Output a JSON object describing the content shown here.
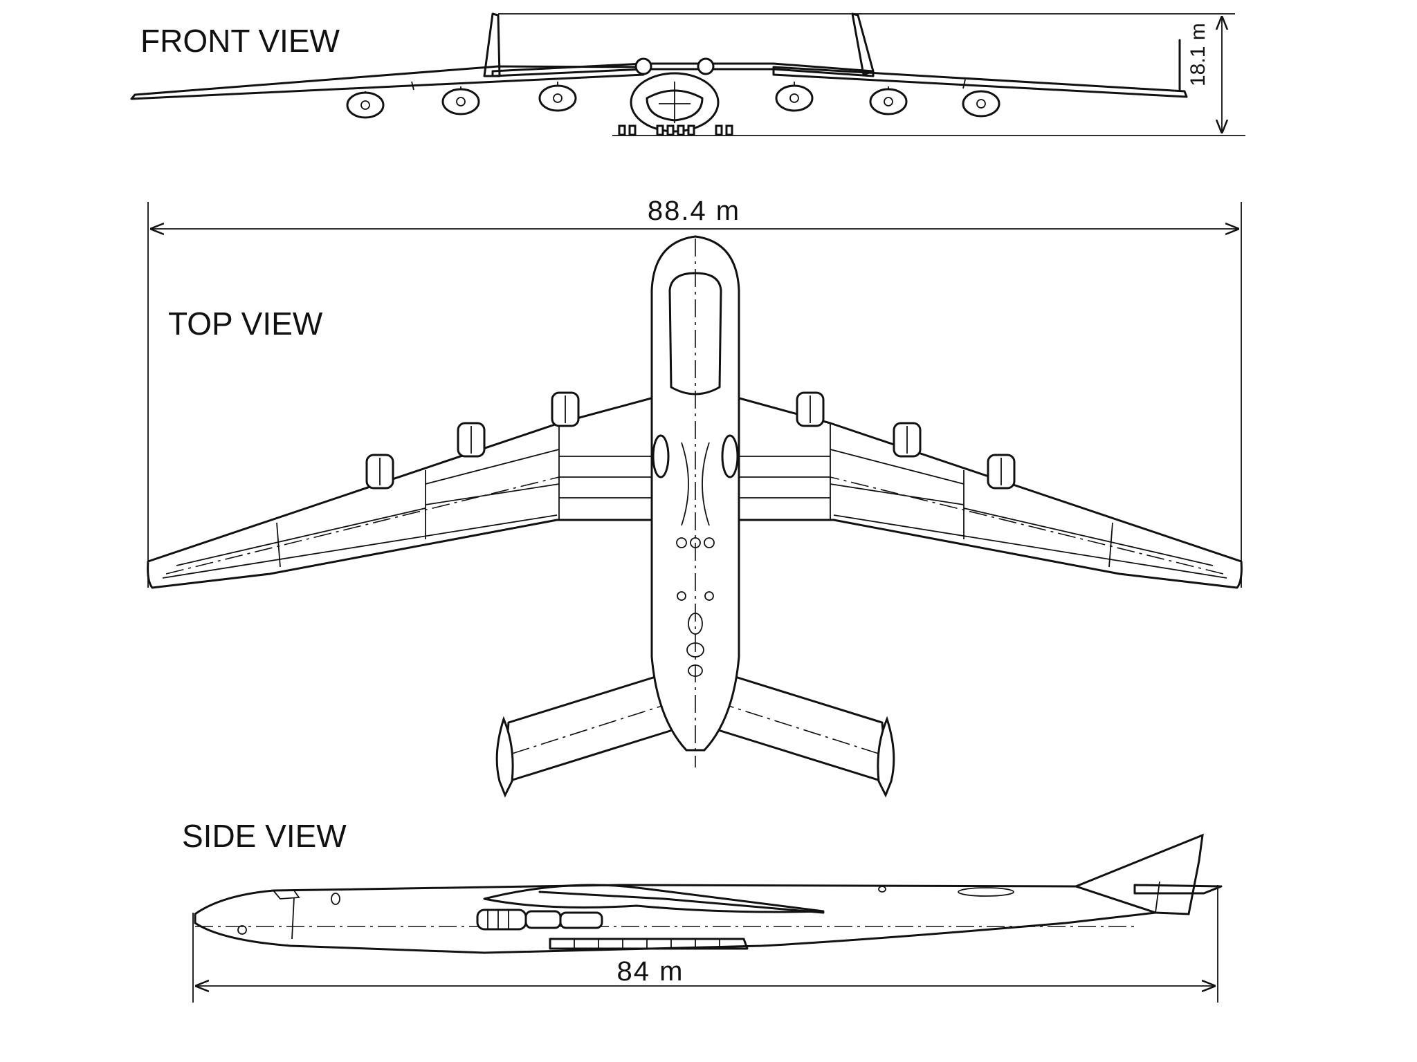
{
  "views": {
    "front": {
      "title": "FRONT VIEW"
    },
    "top": {
      "title": "TOP VIEW"
    },
    "side": {
      "title": "SIDE VIEW"
    }
  },
  "dimensions": {
    "height": "18.1 m",
    "wingspan": "88.4 m",
    "length": "84 m"
  },
  "colors": {
    "ink": "#111111",
    "paper": "#ffffff"
  }
}
